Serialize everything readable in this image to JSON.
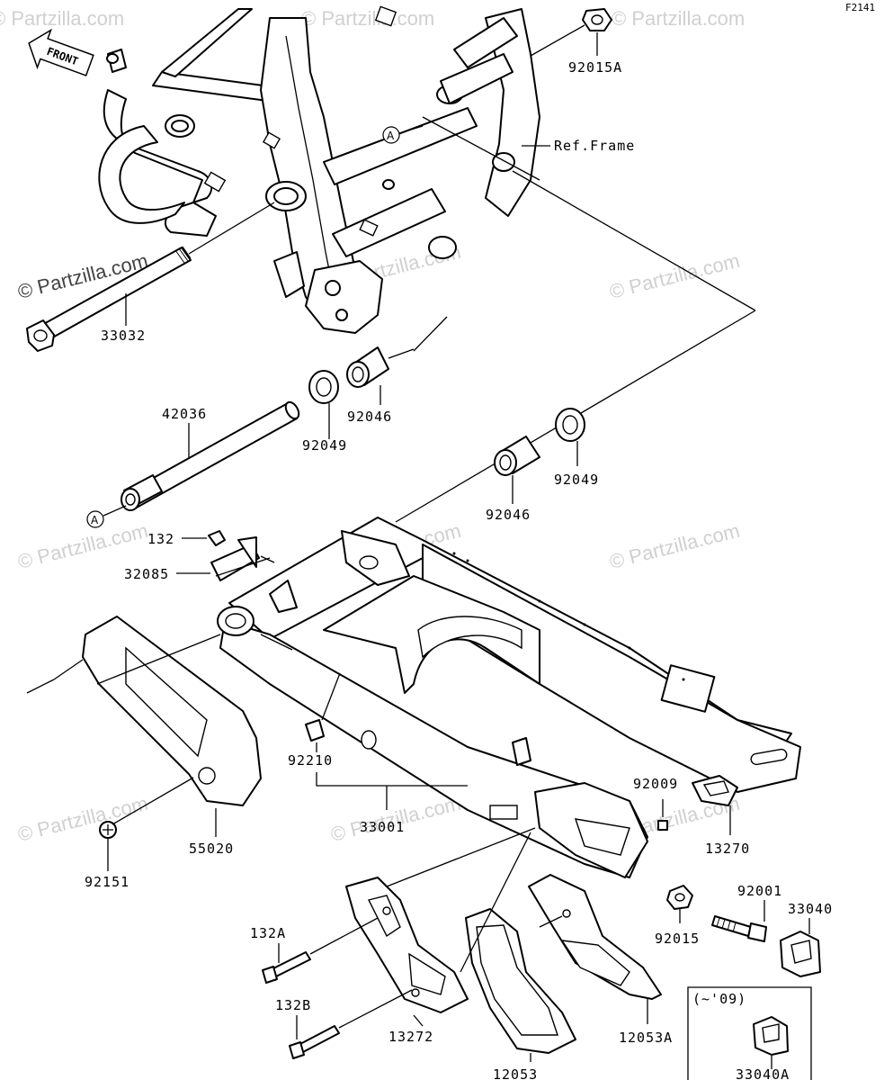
{
  "figure_code": "F2141",
  "front_label": "FRONT",
  "watermark": "© Partzilla.com",
  "callout_marker": "A",
  "ref_frame_label": "Ref.Frame",
  "variant_note": "(~'09)",
  "parts": {
    "p92015A": "92015A",
    "p33032": "33032",
    "p92046a": "92046",
    "p92049a": "92049",
    "p42036": "42036",
    "p92046b": "92046",
    "p92049b": "92049",
    "p132": "132",
    "p32085": "32085",
    "p92210": "92210",
    "p33001": "33001",
    "p92009": "92009",
    "p13270": "13270",
    "p55020": "55020",
    "p92151": "92151",
    "p92001": "92001",
    "p33040": "33040",
    "p92015": "92015",
    "p132A": "132A",
    "p132B": "132B",
    "p13272": "13272",
    "p12053": "12053",
    "p12053A": "12053A",
    "p33040A": "33040A"
  }
}
